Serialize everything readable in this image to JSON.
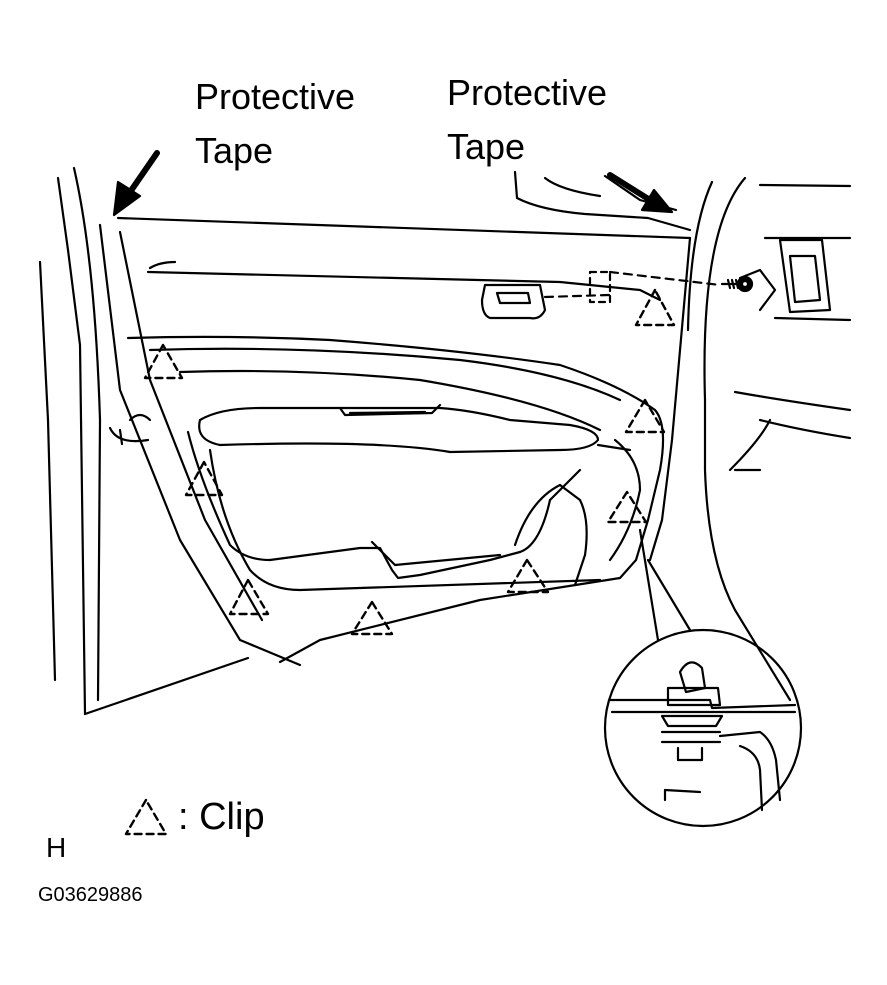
{
  "labels": {
    "tape_left": [
      "Protective",
      "Tape"
    ],
    "tape_right": [
      "Protective",
      "Tape"
    ],
    "clip_legend": ": Clip",
    "corner_letter": "H",
    "figure_code": "G03629886"
  },
  "legend_symbol": "dashed-triangle-clip-icon",
  "colors": {
    "line": "#000000",
    "background": "#ffffff"
  }
}
